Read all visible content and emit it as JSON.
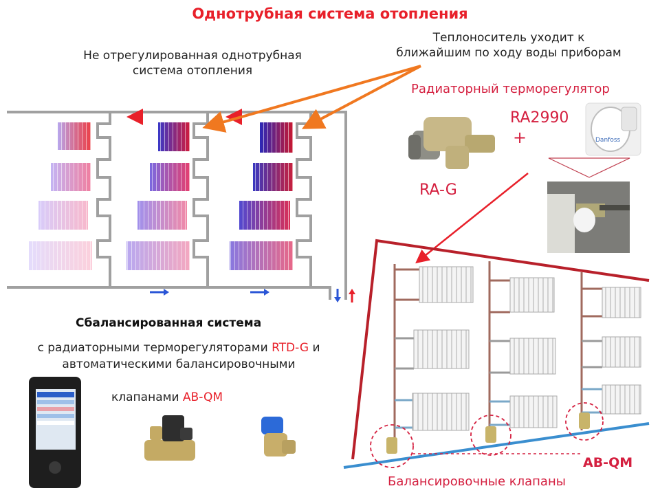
{
  "title": "Однотрубная система отопления",
  "unregulated": {
    "line1": "Не отрегулированная однотрубная",
    "line2": "система отопления"
  },
  "carrier": {
    "line1": "Теплоноситель уходит к",
    "line2": "ближайшим по ходу воды приборам"
  },
  "radiator_regulator": {
    "title": "Радиаторный терморегулятор",
    "model": "RA2990",
    "plus": "+",
    "valve": "RA-G"
  },
  "balanced": {
    "title": "Сбалансированная система",
    "line1_prefix": "с радиаторными терморегуляторами ",
    "line1_highlight": "RTD-G",
    "line1_suffix": " и",
    "line2": "автоматическими балансировочными",
    "line3_prefix": "клапанами ",
    "line3_highlight": "AB-QM"
  },
  "ab_qm_label": "AB-QM",
  "balancing_valves": "Балансировочные клапаны",
  "device_brand": "Danfoss",
  "colors": {
    "accent_red": "#e8202a",
    "label_red": "#d41f3f",
    "arrow_orange": "#f07820",
    "pipe_gray": "#a0a0a0",
    "supply_red": "#b8202a",
    "return_blue": "#3a8ecf",
    "flow_arrow_blue": "#2a55d6"
  }
}
